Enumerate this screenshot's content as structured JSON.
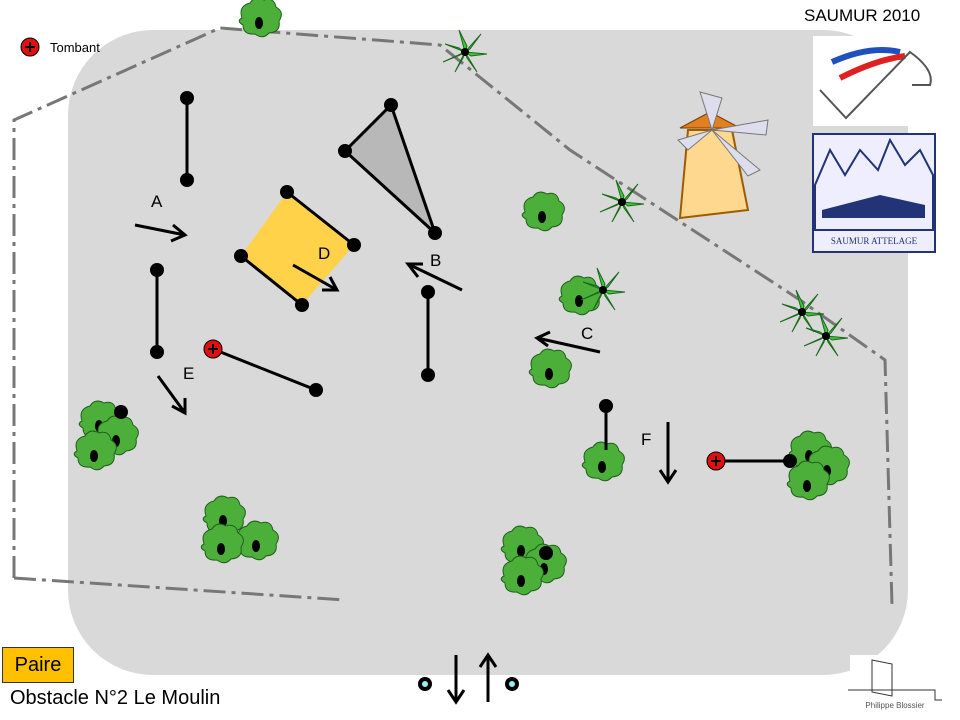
{
  "header": {
    "event": "SAUMUR 2010"
  },
  "legend": {
    "tombant": "Tombant"
  },
  "obstacle": {
    "level": "Paire",
    "title": "Obstacle N°2 Le Moulin"
  },
  "gates": {
    "a": "A",
    "b": "B",
    "c": "C",
    "d": "D",
    "e": "E",
    "f": "F"
  },
  "logos": {
    "saumur_attelage": "SAUMUR ATTELAGE",
    "designer": "Philippe Blossier"
  },
  "colors": {
    "area": "#D9D9D9",
    "bush": "#4CAF3A",
    "square": "#FFD24A",
    "triangle": "#B8B8B8",
    "tombant": "#E01010"
  }
}
